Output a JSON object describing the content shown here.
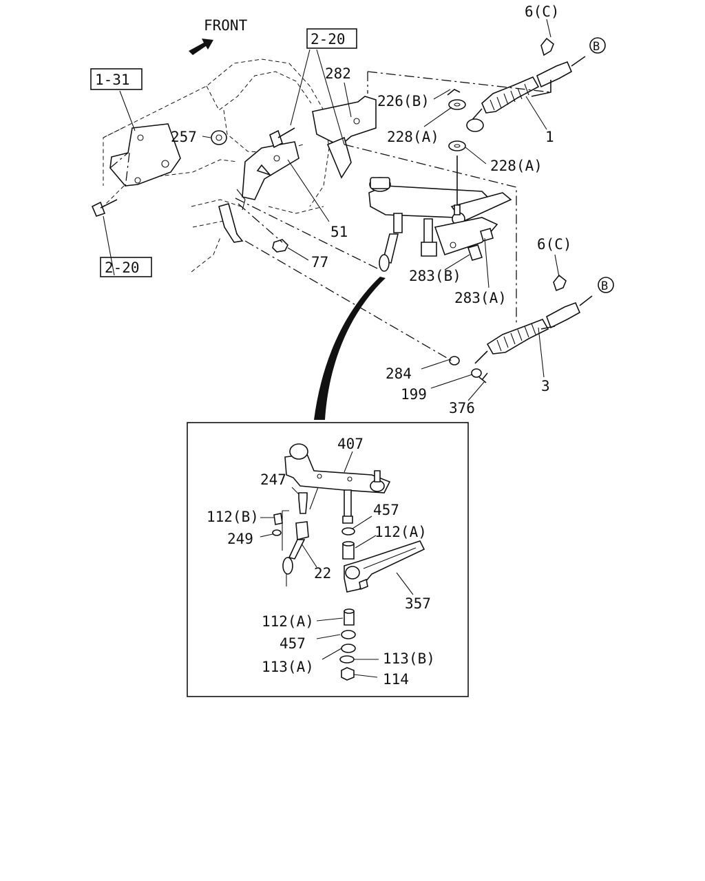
{
  "front_label": "FRONT",
  "refs": {
    "ref_2_20_top": "2-20",
    "ref_1_31": "1-31",
    "ref_2_20_bottom": "2-20"
  },
  "callouts": {
    "c_6c_top": "6(C)",
    "c_6c_mid": "6(C)",
    "c_b_top": "B",
    "c_b_mid": "B",
    "c_282": "282",
    "c_226b": "226(B)",
    "c_228a_1": "228(A)",
    "c_228a_2": "228(A)",
    "c_1": "1",
    "c_257": "257",
    "c_51": "51",
    "c_77": "77",
    "c_283b": "283(B)",
    "c_283a": "283(A)",
    "c_284": "284",
    "c_199": "199",
    "c_376": "376",
    "c_3": "3"
  },
  "detail": {
    "c_407": "407",
    "c_247": "247",
    "c_112b": "112(B)",
    "c_249": "249",
    "c_457_1": "457",
    "c_112a_1": "112(A)",
    "c_22": "22",
    "c_357": "357",
    "c_112a_2": "112(A)",
    "c_457_2": "457",
    "c_113a": "113(A)",
    "c_113b": "113(B)",
    "c_114": "114"
  }
}
